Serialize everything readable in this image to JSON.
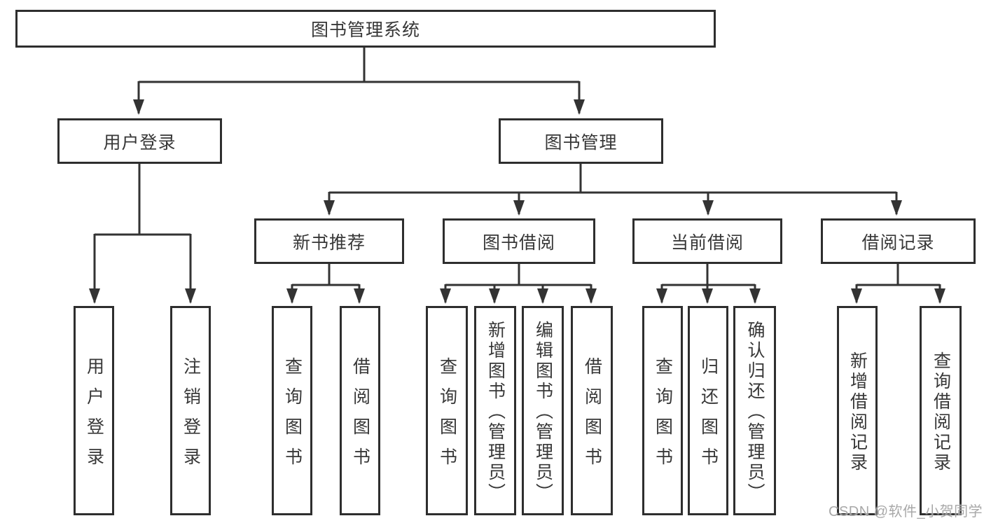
{
  "nodes": {
    "root": {
      "label": "图书管理系统"
    },
    "level2": [
      {
        "id": "user-login",
        "label": "用户登录"
      },
      {
        "id": "book-management",
        "label": "图书管理"
      }
    ],
    "level3": [
      {
        "id": "new-book-recommend",
        "label": "新书推荐"
      },
      {
        "id": "book-borrow",
        "label": "图书借阅"
      },
      {
        "id": "current-borrow",
        "label": "当前借阅"
      },
      {
        "id": "borrow-records",
        "label": "借阅记录"
      }
    ],
    "leaves": [
      {
        "group": "用户登录",
        "label": "用户登录"
      },
      {
        "group": "用户登录",
        "label": "注销登录"
      },
      {
        "group": "新书推荐",
        "label": "查询图书"
      },
      {
        "group": "新书推荐",
        "label": "借阅图书"
      },
      {
        "group": "图书借阅",
        "label": "查询图书"
      },
      {
        "group": "图书借阅",
        "label": "新增图书（管理员）"
      },
      {
        "group": "图书借阅",
        "label": "编辑图书（管理员）"
      },
      {
        "group": "图书借阅",
        "label": "借阅图书"
      },
      {
        "group": "当前借阅",
        "label": "查询图书"
      },
      {
        "group": "当前借阅",
        "label": "归还图书"
      },
      {
        "group": "当前借阅",
        "label": "确认归还（管理员）"
      },
      {
        "group": "借阅记录",
        "label": "新增借阅记录"
      },
      {
        "group": "借阅记录",
        "label": "查询借阅记录"
      }
    ]
  },
  "watermark": "CSDN @软件_小贺同学",
  "colors": {
    "line": "#333333",
    "box_border": "#2e2e2e",
    "text": "#373737",
    "watermark": "#9e9e9e",
    "background": "#ffffff"
  }
}
